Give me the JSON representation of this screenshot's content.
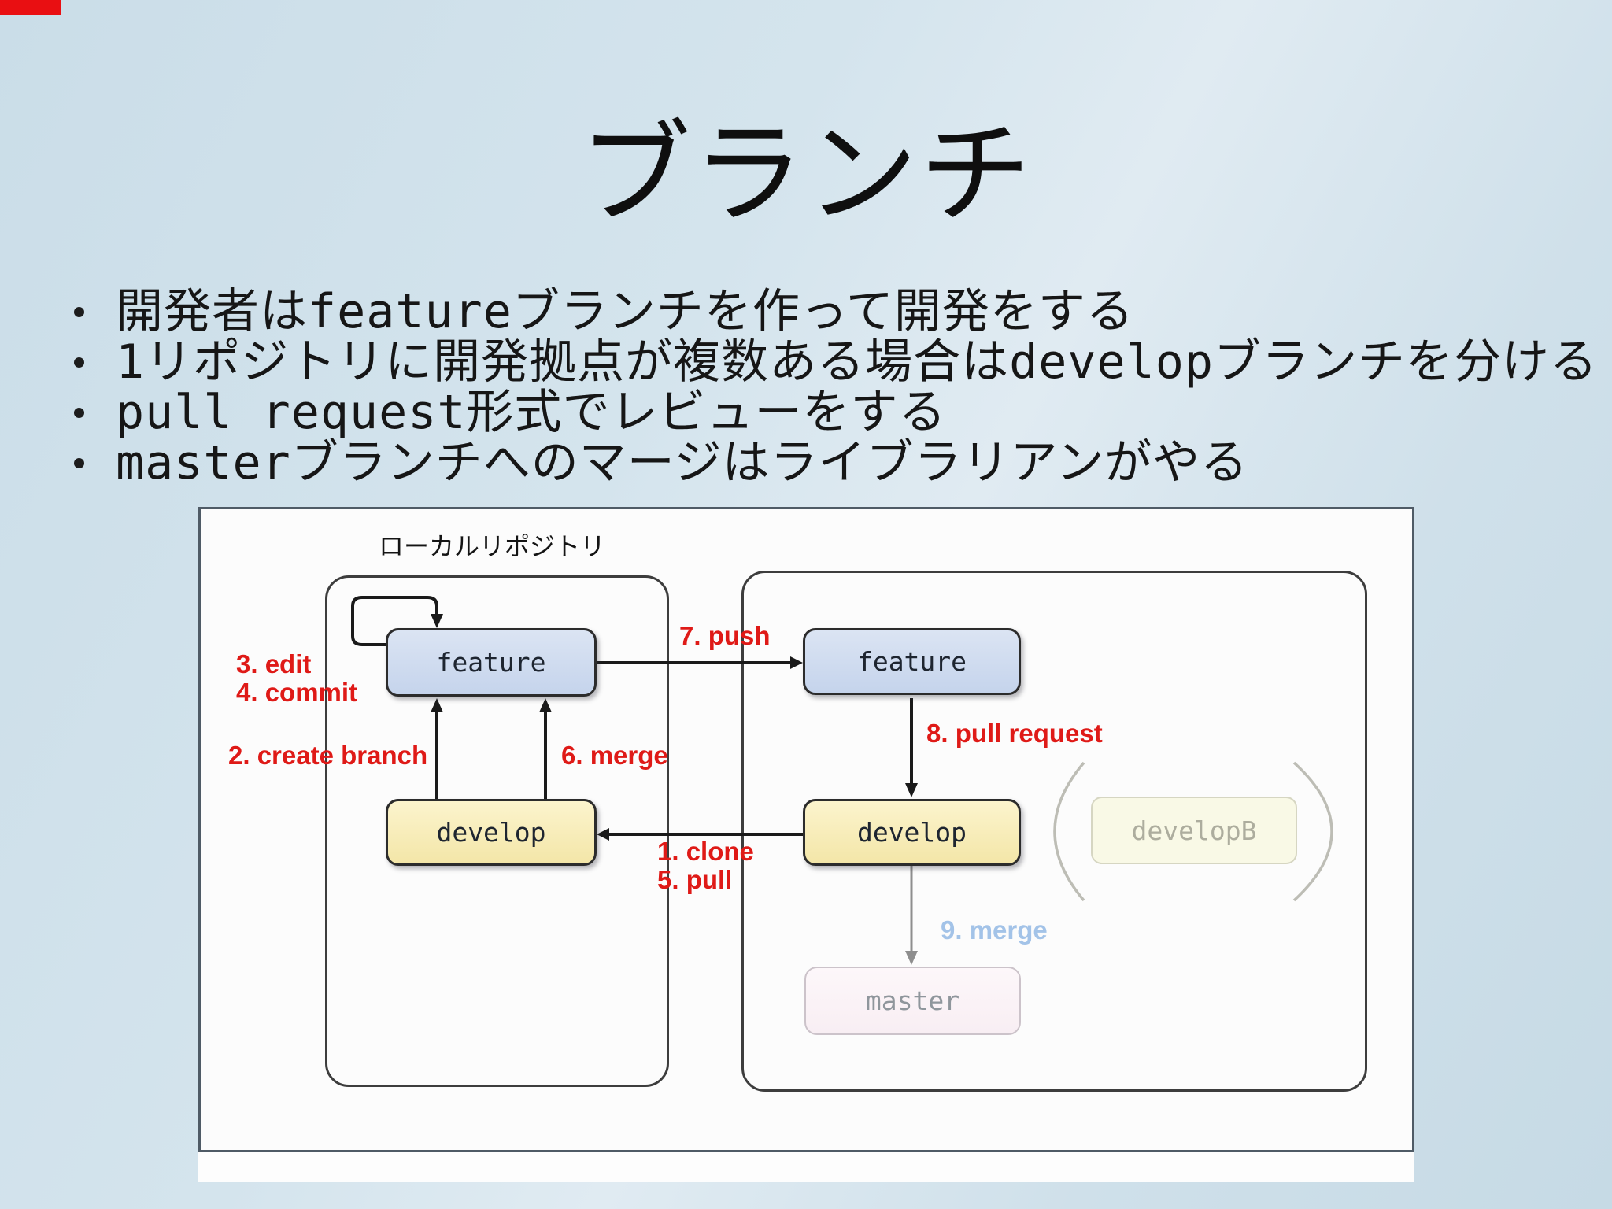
{
  "slide": {
    "recording_marker_color": "#e90f12",
    "title": "ブランチ",
    "bullets": [
      "開発者はfeatureブランチを作って開発をする",
      "1リポジトリに開発拠点が複数ある場合はdevelopブランチを分ける",
      "pull request形式でレビューをする",
      "masterブランチへのマージはライブラリアンがやる"
    ]
  },
  "diagram": {
    "local_repo_label": "ローカルリポジトリ",
    "nodes": {
      "feature_local": "feature",
      "develop_local": "develop",
      "feature_remote": "feature",
      "develop_remote": "develop",
      "develop_b": "developB",
      "master": "master"
    },
    "steps": {
      "clone": "1. clone",
      "create_branch": "2. create branch",
      "edit": "3. edit",
      "commit": "4. commit",
      "pull": "5. pull",
      "merge_feature": "6. merge",
      "push": "7. push",
      "pull_request": "8. pull request",
      "merge_master": "9. merge"
    },
    "colors": {
      "feature_fill": "#ccd9ee",
      "develop_fill": "#f6ecb2",
      "develop_b_fill": "#f9f9e6",
      "master_fill": "#fbf3f8",
      "step_label": "#df1a17",
      "merge_master_label": "#a3c3e8",
      "arrow": "#1a1a1a",
      "faded_arrow": "#8e8e8e",
      "background": "#d2e2ec"
    }
  }
}
